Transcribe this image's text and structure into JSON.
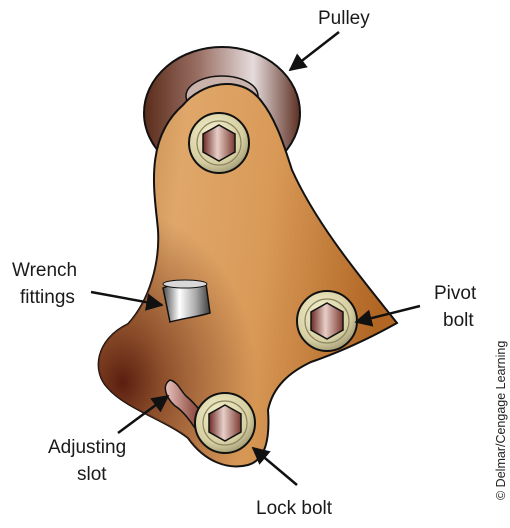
{
  "labels": {
    "pulley": "Pulley",
    "wrench_fittings_line1": "Wrench",
    "wrench_fittings_line2": "fittings",
    "pivot_bolt_line1": "Pivot",
    "pivot_bolt_line2": "bolt",
    "adjusting_slot_line1": "Adjusting",
    "adjusting_slot_line2": "slot",
    "lock_bolt": "Lock bolt"
  },
  "credit": "© Delmar/Cengage Learning"
}
